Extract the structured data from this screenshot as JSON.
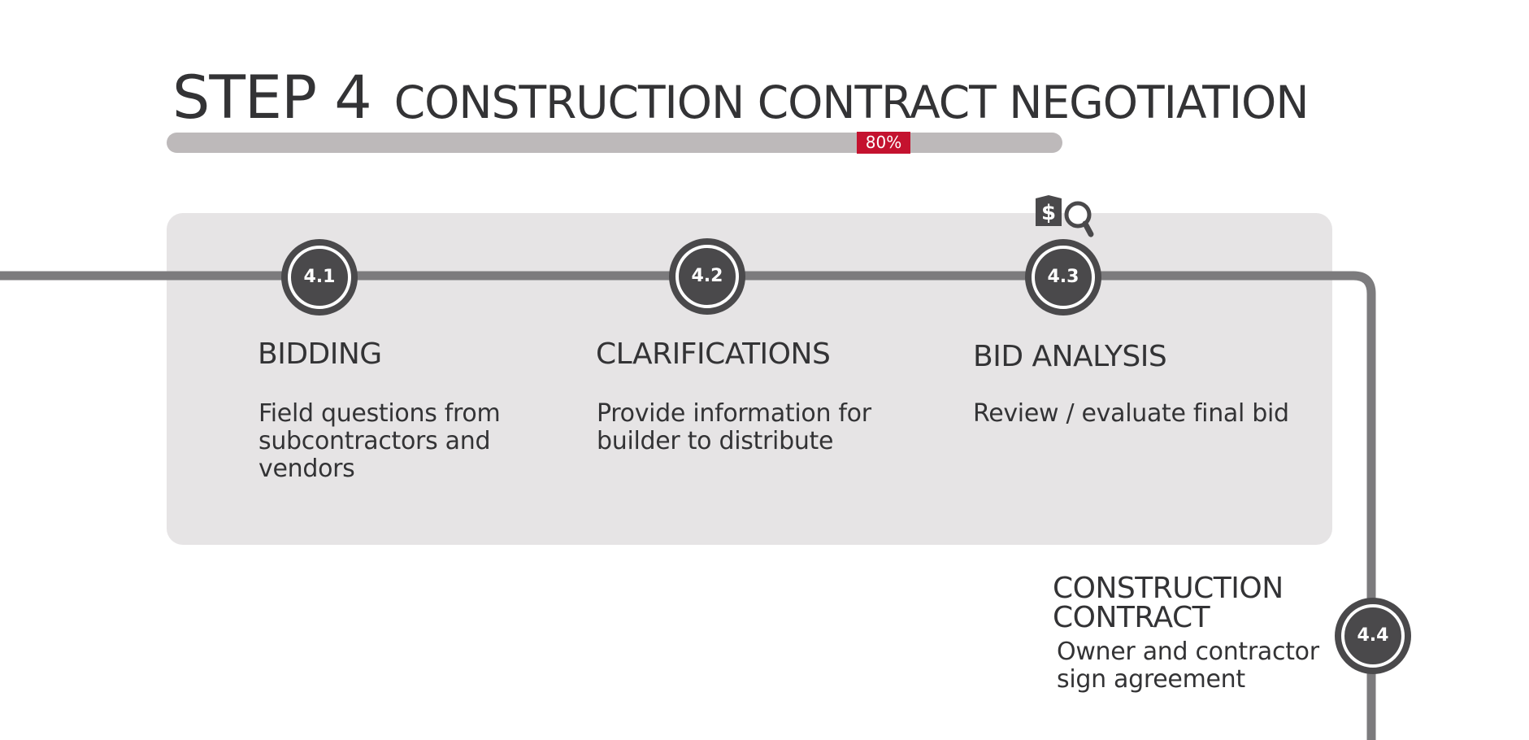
{
  "header": {
    "step_label": "STEP 4",
    "step_title": "CONSTRUCTION CONTRACT NEGOTIATION"
  },
  "progress": {
    "value": 80,
    "label": "80%"
  },
  "steps": [
    {
      "number": "4.1",
      "title": "BIDDING",
      "description": "Field questions from subcontractors and vendors"
    },
    {
      "number": "4.2",
      "title": "CLARIFICATIONS",
      "description": "Provide information for builder to distribute"
    },
    {
      "number": "4.3",
      "title": "BID ANALYSIS",
      "description": "Review / evaluate final bid",
      "icon": "bid-search-icon"
    },
    {
      "number": "4.4",
      "title": "CONSTRUCTION CONTRACT",
      "description": "Owner and contractor sign agreement"
    }
  ],
  "colors": {
    "accent": "#c4122f",
    "node": "#4a494b",
    "line": "#7c7b7d",
    "panel": "#e6e4e5",
    "track": "#bdb9ba",
    "text": "#333335"
  }
}
